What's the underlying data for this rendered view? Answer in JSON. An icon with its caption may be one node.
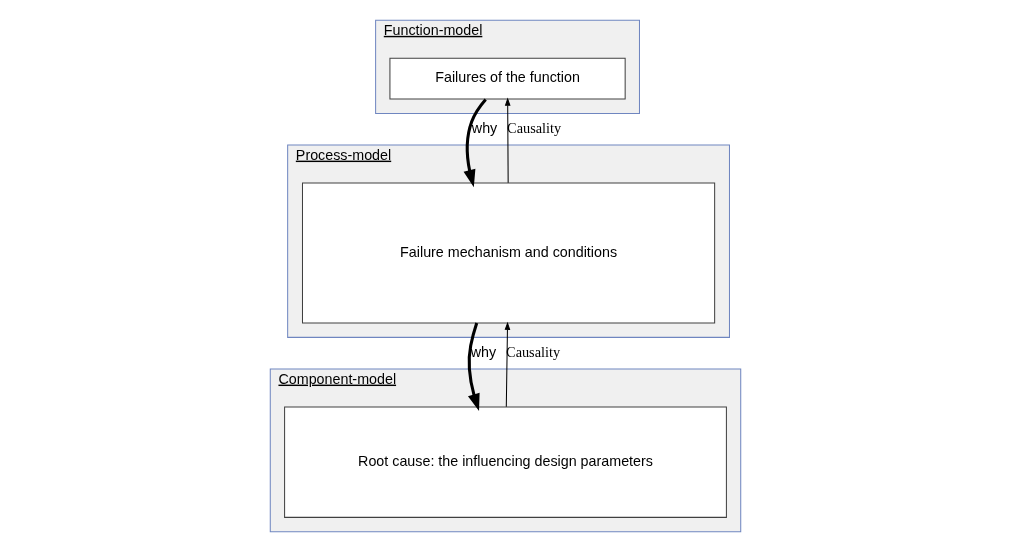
{
  "diagram": {
    "nodes": [
      {
        "text": [
          "Function-model"
        ]
      },
      {
        "text": [
          "Failures of the function"
        ],
        "in": 0
      },
      {
        "text": [
          "Process-model"
        ]
      },
      {
        "text": [
          "Failure mechanism and conditions"
        ],
        "in": 2
      },
      {
        "text": [
          "Component-model"
        ]
      },
      {
        "text": [
          "Root cause: the influencing design parameters"
        ],
        "in": 4
      }
    ],
    "edges": [
      {
        "from": 3,
        "to": 1,
        "arrow": "to",
        "label": "Causality"
      },
      {
        "from": 1,
        "to": 3,
        "arrow": "to",
        "label": "why",
        "style": "thick"
      },
      {
        "from": 5,
        "to": 3,
        "arrow": "to",
        "label": "Causality"
      },
      {
        "from": 3,
        "to": 5,
        "arrow": "to",
        "label": "why",
        "style": "thick"
      }
    ]
  }
}
